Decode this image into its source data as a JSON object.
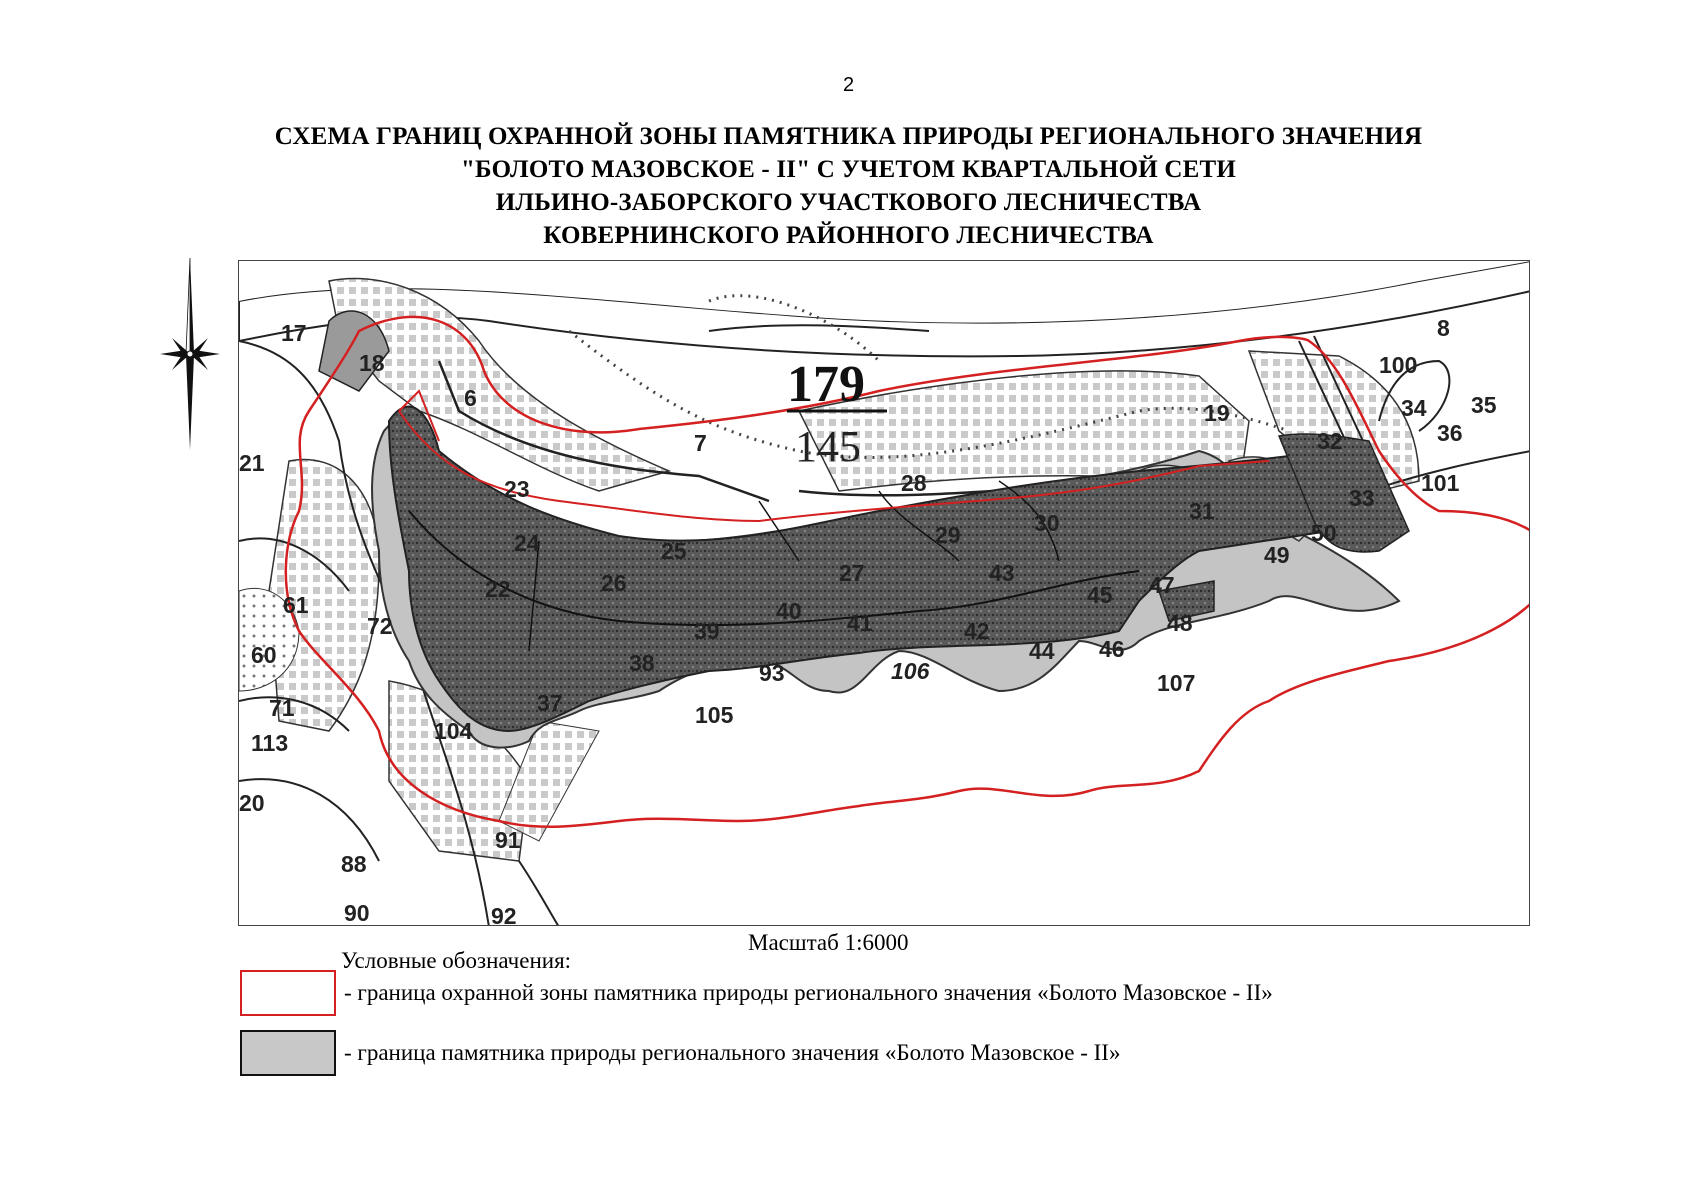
{
  "page_number": "2",
  "title_lines": [
    "СХЕМА ГРАНИЦ ОХРАННОЙ ЗОНЫ ПАМЯТНИКА ПРИРОДЫ РЕГИОНАЛЬНОГО ЗНАЧЕНИЯ",
    "\"БОЛОТО МАЗОВСКОЕ - II\" С УЧЕТОМ КВАРТАЛЬНОЙ СЕТИ",
    "ИЛЬИНО-ЗАБОРСКОГО УЧАСТКОВОГО ЛЕСНИЧЕСТВА",
    "КОВЕРНИНСКОГО РАЙОННОГО ЛЕСНИЧЕСТВА"
  ],
  "map": {
    "quarter_number": "179",
    "quarter_area": "145",
    "parcel_labels": [
      "17",
      "18",
      "6",
      "7",
      "8",
      "100",
      "19",
      "32",
      "34",
      "35",
      "36",
      "101",
      "33",
      "50",
      "49",
      "31",
      "30",
      "29",
      "28",
      "23",
      "24",
      "25",
      "26",
      "27",
      "43",
      "45",
      "47",
      "48",
      "46",
      "44",
      "42",
      "41",
      "40",
      "39",
      "38",
      "22",
      "21",
      "61",
      "60",
      "72",
      "71",
      "113",
      "104",
      "37",
      "105",
      "93",
      "106",
      "107",
      "20",
      "91",
      "88",
      "90",
      "92"
    ],
    "colors": {
      "protected_zone_border": "#d42020",
      "monument_fill": "#c8c8c8",
      "forest_dark": "#5a5a5a"
    }
  },
  "scale_text": "Масштаб 1:6000",
  "legend": {
    "title": "Условные обозначения:",
    "items": [
      {
        "swatch": "red-outline",
        "text": "- граница охранной зоны памятника природы регионального значения «Болото Мазовское - II»"
      },
      {
        "swatch": "grey-fill",
        "text": "- граница памятника природы регионального значения «Болото Мазовское - II»"
      }
    ]
  }
}
